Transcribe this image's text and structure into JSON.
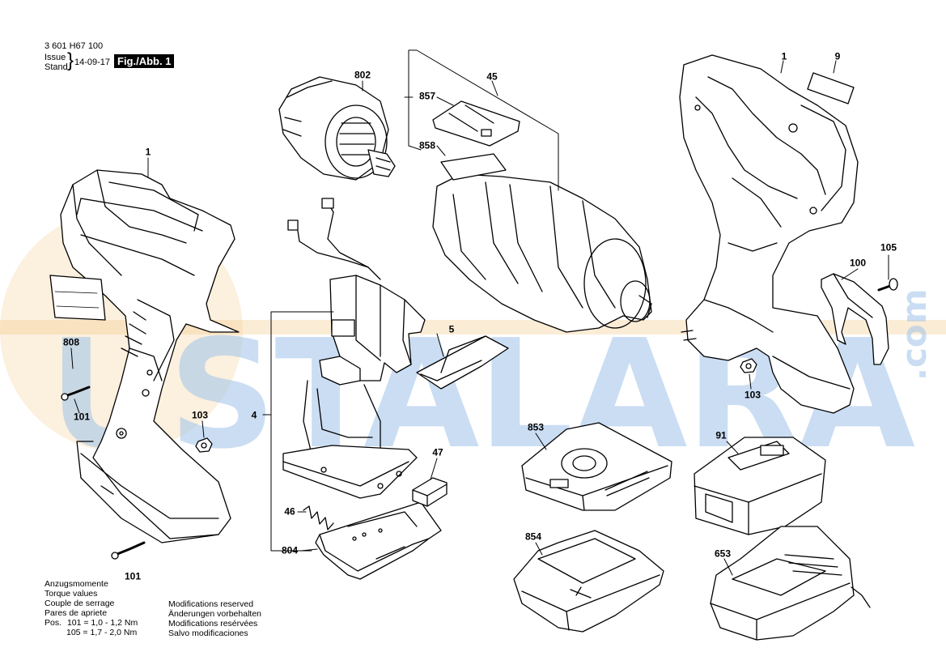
{
  "header": {
    "part_number": "3 601 H67 100",
    "issue_label": "Issue",
    "stand_label": "Stand",
    "date": "14-09-17",
    "figure_label": "Fig./Abb. 1"
  },
  "callouts": [
    "1",
    "9",
    "802",
    "45",
    "857",
    "858",
    "1",
    "105",
    "100",
    "5",
    "103",
    "808",
    "101",
    "103",
    "4",
    "853",
    "91",
    "47",
    "46",
    "854",
    "804",
    "653",
    "101"
  ],
  "torque": {
    "lines": [
      "Anzugsmomente",
      "Torque values",
      "Couple de serrage",
      "Pares de apriete"
    ],
    "pos_label": "Pos.",
    "row1": "101 =  1,0 - 1,2 Nm",
    "row2": "105 =  1,7 - 2,0 Nm"
  },
  "modifications": [
    "Modifications reserved",
    "Änderungen vorbehalten",
    "Modifications resérvées",
    "Salvo modificaciones"
  ],
  "watermark": {
    "text": "USTALARA",
    "suffix": ".com",
    "color": "#9fc3ea",
    "accent": "#f3c98a"
  }
}
